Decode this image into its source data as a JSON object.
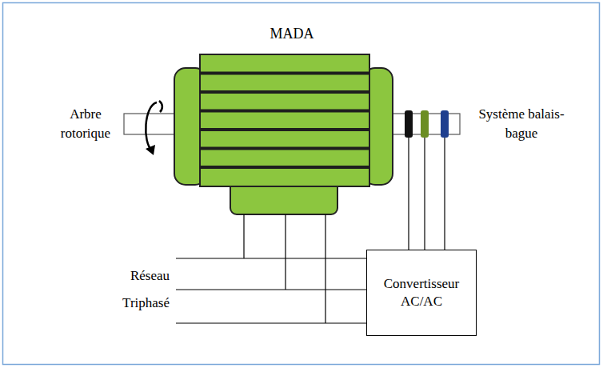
{
  "diagram": {
    "nodes": [
      {
        "text": [
          "MADA"
        ]
      },
      {
        "text": [
          "Convertisseur AC/AC"
        ]
      }
    ],
    "edges": [
      {
        "from": 0,
        "to": 1,
        "arrow": "none"
      },
      {
        "from": 0,
        "to": 1,
        "arrow": "none"
      },
      {
        "from": 0,
        "to": 1,
        "arrow": "none"
      }
    ],
    "labels": [
      "Arbre rotorique",
      "Système balais-bague",
      "Réseau Triphasé"
    ]
  }
}
